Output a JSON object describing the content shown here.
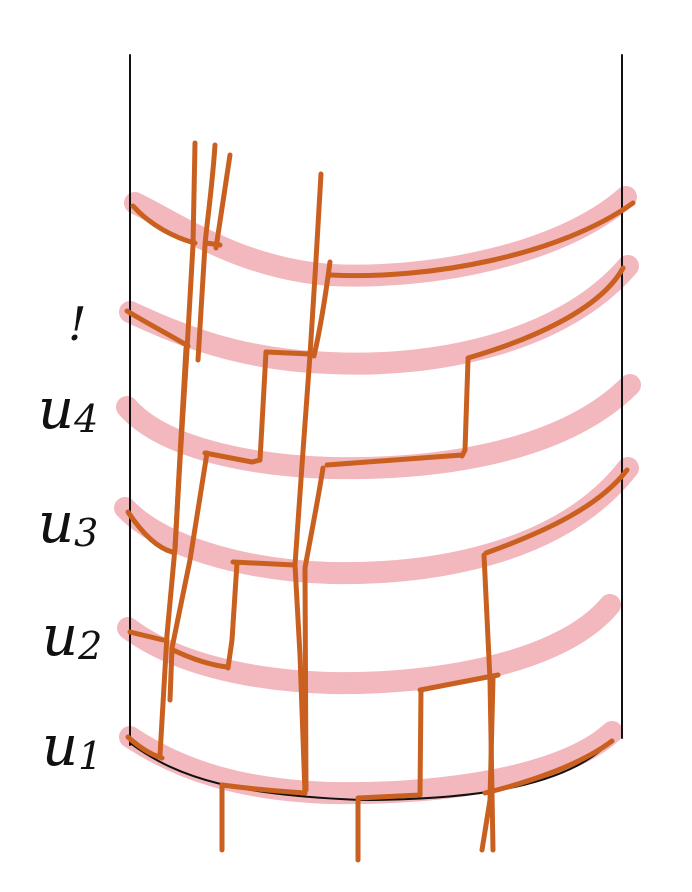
{
  "labels": {
    "top": "!",
    "u4": {
      "base": "u",
      "index": "4"
    },
    "u3": {
      "base": "u",
      "index": "3"
    },
    "u2": {
      "base": "u",
      "index": "2"
    },
    "u1": {
      "base": "u",
      "index": "1"
    }
  },
  "colors": {
    "band": "#f2b8bd",
    "strand": "#c9601f",
    "ink": "#111111"
  }
}
